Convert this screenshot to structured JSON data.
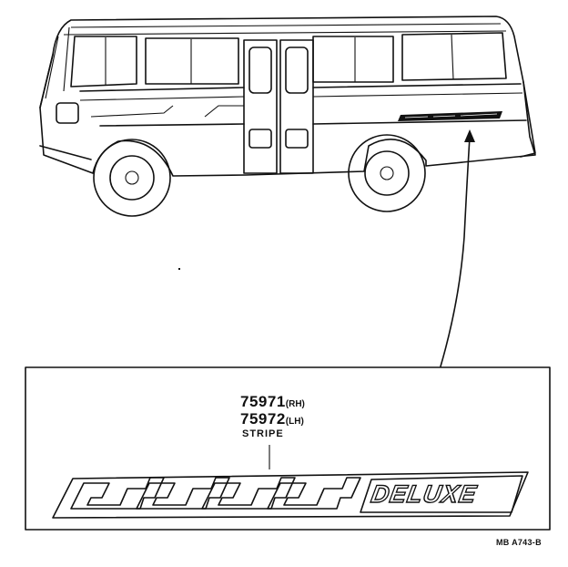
{
  "parts": [
    {
      "number": "75971",
      "side": "(RH)"
    },
    {
      "number": "75972",
      "side": "(LH)"
    }
  ],
  "part_name": "STRIPE",
  "decal_word": "DELUXE",
  "figure_ref": "MB A743-B"
}
